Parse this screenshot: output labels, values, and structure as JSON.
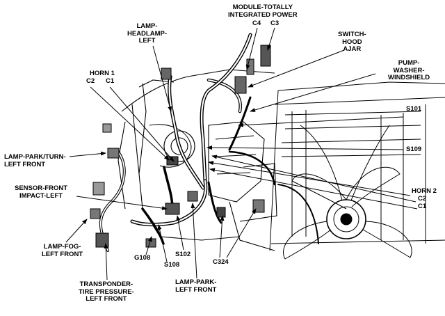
{
  "labels": {
    "module_totally_integrated_power": [
      "MODULE-TOTALLY",
      "INTEGRATED POWER"
    ],
    "module_c4": "C4",
    "module_c3": "C3",
    "lamp_headlamp_left": [
      "LAMP-",
      "HEADLAMP-",
      "LEFT"
    ],
    "switch_hood_ajar": [
      "SWITCH-",
      "HOOD",
      "AJAR"
    ],
    "horn1": "HORN 1",
    "horn1_c2": "C2",
    "horn1_c1": "C1",
    "pump_washer_windshield": [
      "PUMP-",
      "WASHER-",
      "WINDSHIELD"
    ],
    "s101": "S101",
    "s109": "S109",
    "lamp_park_turn_left_front": [
      "LAMP-PARK/TURN-",
      "LEFT FRONT"
    ],
    "sensor_front_impact_left": [
      "SENSOR-FRONT",
      "IMPACT-LEFT"
    ],
    "horn2": "HORN 2",
    "horn2_c2": "C2",
    "horn2_c1": "C1",
    "lamp_fog_left_front": [
      "LAMP-FOG-",
      "LEFT FRONT"
    ],
    "g108": "G108",
    "s108": "S108",
    "s102": "S102",
    "c324": "C324",
    "lamp_park_left_front": [
      "LAMP-PARK-",
      "LEFT FRONT"
    ],
    "transponder_tire_pressure_left_front": [
      "TRANSPONDER-",
      "TIRE PRESSURE-",
      "LEFT FRONT"
    ]
  }
}
